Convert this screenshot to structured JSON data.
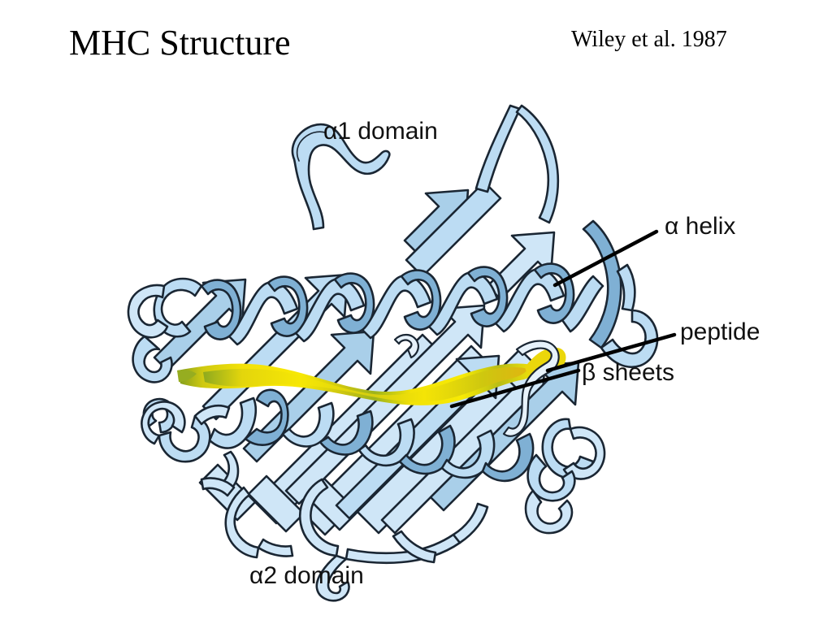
{
  "slide": {
    "title": "MHC Structure",
    "citation": "Wiley et al. 1987",
    "background_color": "#ffffff"
  },
  "figure": {
    "name": "mhc-class-i-ribbon-diagram",
    "description": "Ribbon diagram of the MHC class I peptide-binding groove viewed from above, showing the beta-sheet platform topped by two alpha helices with a bound peptide in the groove.",
    "colors": {
      "beta_sheet_light": "#cfe6f7",
      "beta_sheet_mid": "#a9cfe9",
      "helix_light": "#bcdcf3",
      "helix_shadow": "#7fb0d4",
      "outline": "#1a2633",
      "peptide_yellow": "#f2e007",
      "peptide_green": "#8fae23",
      "leader_line": "#000000"
    },
    "annotations": [
      {
        "id": "a1-domain",
        "label": "α1 domain",
        "has_leader_line": false
      },
      {
        "id": "a2-domain",
        "label": "α2 domain",
        "has_leader_line": false
      },
      {
        "id": "alpha-helix",
        "label": "α helix",
        "has_leader_line": true
      },
      {
        "id": "peptide",
        "label": "peptide",
        "has_leader_line": true
      },
      {
        "id": "beta-sheets",
        "label": "β sheets",
        "has_leader_line": true
      }
    ]
  }
}
